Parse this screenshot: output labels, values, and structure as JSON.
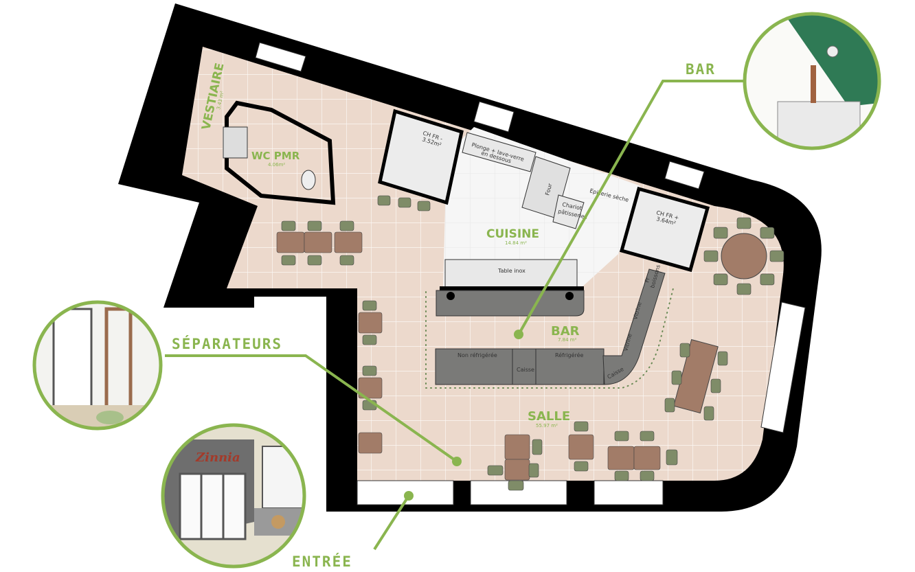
{
  "callouts": {
    "bar": "BAR",
    "separateurs": "SÉPARATEURS",
    "entree": "ENTRÉE"
  },
  "rooms": {
    "vestiaire": {
      "name": "VESTIAIRE",
      "area": "3.43 m²"
    },
    "wc": {
      "name": "WC PMR",
      "area": "4.06m²"
    },
    "cuisine": {
      "name": "CUISINE",
      "area": "14.84 m²"
    },
    "bar": {
      "name": "BAR",
      "area": "7.84 m²"
    },
    "salle": {
      "name": "SALLE",
      "area": "55.97 m²"
    },
    "ch_fr_minus": {
      "name": "CH FR -",
      "area": "3.52m²"
    },
    "ch_fr_plus": {
      "name": "CH FR +",
      "area": "3.64m²"
    }
  },
  "equipment": {
    "plonge_1": "Plonge + lave-verre",
    "plonge_2": "en dessous",
    "four": "Four",
    "chariot_1": "Chariot",
    "chariot_2": "pâtisseries",
    "epicerie": "Epicerie sèche",
    "table_inox": "Table inox",
    "non_refrigeree": "Non réfrigérée",
    "caisse_1": "Caisse",
    "refrigeree": "Réfrigérée",
    "caisse_2": "Caisse",
    "vitrine_1": "Vitrine",
    "vitrine_2": "Vitrine",
    "fr_boissons_1": "Fr",
    "fr_boissons_2": "boissons"
  },
  "insets": {
    "entree_sign": "Zinnia"
  },
  "colors": {
    "accent": "#8ab54f",
    "wall": "#000000",
    "floor": "#ecd9cc",
    "table": "#a27c68",
    "chair": "#7f8c68",
    "counter": "#7a7a78",
    "kitchen": "#f4f4f4"
  }
}
